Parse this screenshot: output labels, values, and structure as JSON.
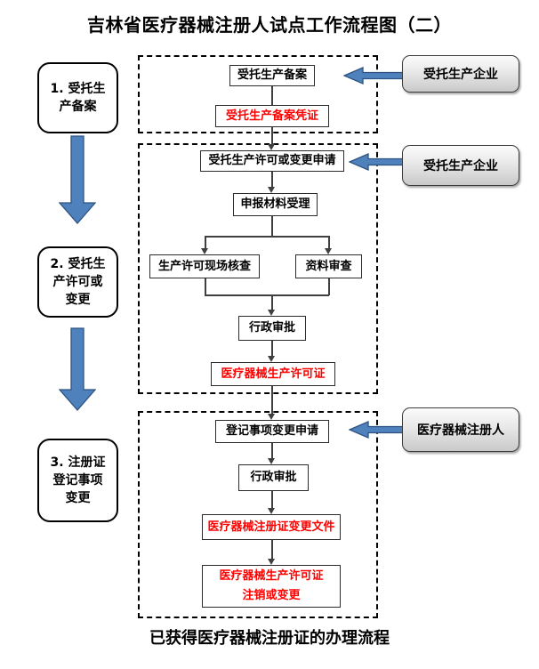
{
  "title": "吉林省医疗器械注册人试点工作流程图（二）",
  "footer_caption": "已获得医疗器械注册证的办理流程",
  "stages": [
    {
      "label": "1. 受托生\n产备案"
    },
    {
      "label": "2. 受托生\n产许可或\n变更"
    },
    {
      "label": "3. 注册证\n登记事项\n变更"
    }
  ],
  "actors": [
    {
      "label": "受托生产企业"
    },
    {
      "label": "受托生产企业"
    },
    {
      "label": "医疗器械注册人"
    }
  ],
  "flow": {
    "s1_filing": "受托生产备案",
    "s1_certificate": "受托生产备案凭证",
    "s2_application": "受托生产许可或变更申请",
    "s2_acceptance": "申报材料受理",
    "s2_site_check": "生产许可现场核查",
    "s2_doc_review": "资料审查",
    "s2_approval": "行政审批",
    "s2_license": "医疗器械生产许可证",
    "s3_change_application": "登记事项变更申请",
    "s3_approval": "行政审批",
    "s3_change_document": "医疗器械注册证变更文件",
    "s3_license_change": "医疗器械生产许可证\n注销或变更"
  },
  "colors": {
    "highlight_text": "#ff0000",
    "arrow_blue": "#4f81bd",
    "arrow_blue_dark": "#2f5380",
    "connector_line": "#3f3f3f"
  }
}
